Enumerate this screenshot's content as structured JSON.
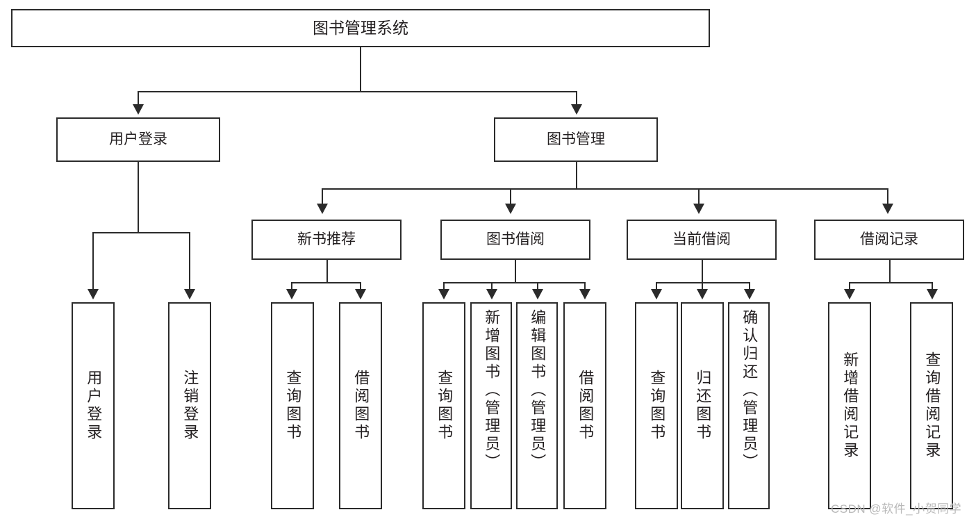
{
  "diagram": {
    "type": "tree-hierarchy",
    "title": "图书管理系统",
    "watermark": "CSDN @软件_小贺同学",
    "colors": {
      "stroke": "#2b2b2b",
      "text": "#231f20",
      "background": "#ffffff",
      "watermark": "#b9b9b9"
    },
    "root": {
      "label": "图书管理系统"
    },
    "level1": [
      {
        "label": "用户登录"
      },
      {
        "label": "图书管理"
      }
    ],
    "level2": [
      {
        "label": "新书推荐"
      },
      {
        "label": "图书借阅"
      },
      {
        "label": "当前借阅"
      },
      {
        "label": "借阅记录"
      }
    ],
    "leaves": {
      "user_login": [
        {
          "label": "用户登录"
        },
        {
          "label": "注销登录"
        }
      ],
      "new_book_recommend": [
        {
          "label": "查询图书"
        },
        {
          "label": "借阅图书"
        }
      ],
      "book_borrow": [
        {
          "label": "查询图书"
        },
        {
          "label": "新增图书（管理员）"
        },
        {
          "label": "编辑图书（管理员）"
        },
        {
          "label": "借阅图书"
        }
      ],
      "current_borrow": [
        {
          "label": "查询图书"
        },
        {
          "label": "归还图书"
        },
        {
          "label": "确认归还（管理员）"
        }
      ],
      "borrow_record": [
        {
          "label": "新增借阅记录"
        },
        {
          "label": "查询借阅记录"
        }
      ]
    }
  }
}
